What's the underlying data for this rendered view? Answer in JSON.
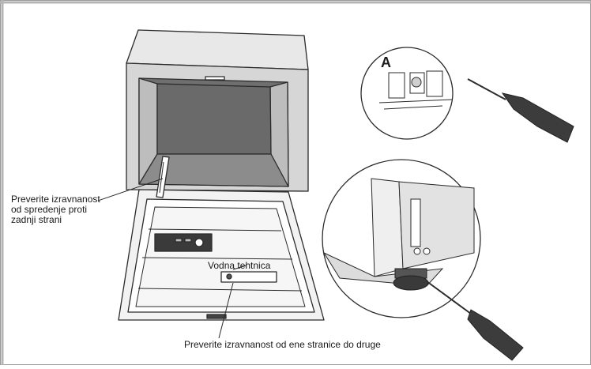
{
  "labels": {
    "callout_a": "A",
    "front_back_line1": "Preverite izravnanost",
    "front_back_line2": "od spredenje proti",
    "front_back_line3": "zadnji strani",
    "spirit_level": "Vodna tehtnica",
    "side_to_side": "Preverite izravnanost od ene stranice do druge"
  },
  "colors": {
    "outline": "#2b2b2b",
    "cavity": "#6f6f6f",
    "cavity_floor": "#8c8c8c",
    "side_wall": "#bdbdbd",
    "panel": "#e6e6e6",
    "frame": "#9a9a9a"
  }
}
